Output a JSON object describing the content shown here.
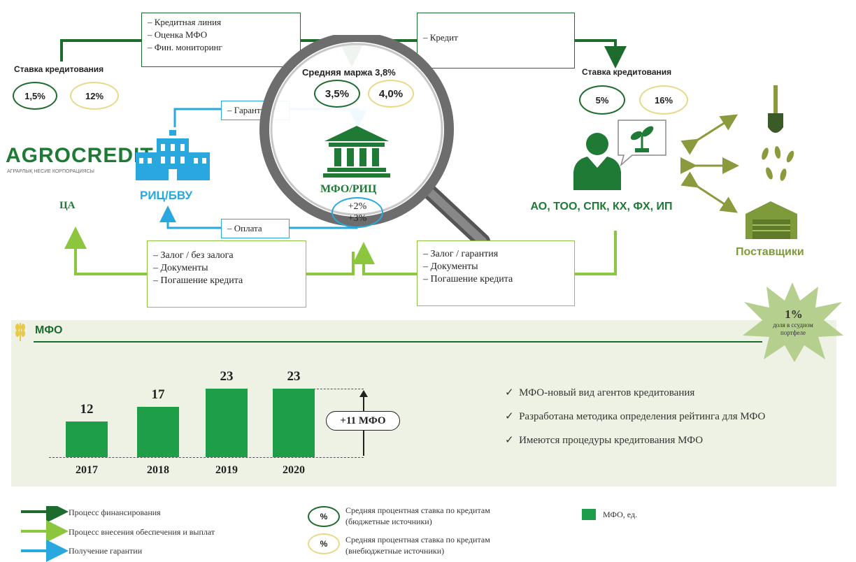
{
  "top_left_box": [
    "– Кредитная линия",
    "– Оценка МФО",
    "– Фин. мониторинг"
  ],
  "top_right_box": "–   Кредит",
  "rate_left": {
    "title": "Ставка кредитования",
    "budget": "1,5%",
    "extra": "12%"
  },
  "rate_right": {
    "title": "Ставка кредитования",
    "budget": "5%",
    "extra": "16%"
  },
  "magnifier": {
    "title": "Средняя маржа 3,8%",
    "budget": "3,5%",
    "extra": "4,0%",
    "label": "МФО/РИЦ",
    "plus": [
      "+2%",
      "+3%"
    ]
  },
  "guarantee_box": "–   Гарантия",
  "payment_box": "–   Оплата",
  "agrocredit": {
    "logo": "AGROCREDIT",
    "sub": "АГРАРЛЫҚ НЕСИЕ КОРПОРАЦИЯСЫ",
    "ca": "ЦА"
  },
  "ric_label": "РИЦ/БВУ",
  "borrowers": "АО, ТОО, СПК, КХ, ФХ, ИП",
  "suppliers": "Поставщики",
  "bottom_left_box": [
    "–   Залог / без залога",
    "–   Документы",
    "–   Погашение кредита"
  ],
  "bottom_right_box": [
    "–   Залог / гарантия",
    "–   Документы",
    "–   Погашение кредита"
  ],
  "section_title": "МФО",
  "starburst": {
    "value": "1%",
    "text": "доля в ссудном портфеле"
  },
  "chart_data": {
    "type": "bar",
    "categories": [
      "2017",
      "2018",
      "2019",
      "2020"
    ],
    "values": [
      12,
      17,
      23,
      23
    ],
    "annotation": "+11 МФО",
    "legend": "МФО, ед."
  },
  "checklist": [
    "МФО-новый вид агентов кредитования",
    "Разработана методика определения рейтинга для МФО",
    "Имеются процедуры кредитования МФО"
  ],
  "legend": {
    "arrows": [
      "Процесс финансирования",
      "Процесс внесения обеспечения и выплат",
      "Получение гарантии"
    ],
    "pct_symbol": "%",
    "pct_budget": [
      "Средняя процентная ставка по кредитам",
      "(бюджетные источники)"
    ],
    "pct_extra": [
      "Средняя процентная ставка по кредитам",
      "(внебюджетные источники)"
    ],
    "bar_legend": "МФО, ед."
  },
  "colors": {
    "dark_green": "#1e6b2e",
    "light_green": "#8cc63f",
    "blue": "#29a8df",
    "bar": "#1f9e4a",
    "yellow": "#e8d98a"
  }
}
